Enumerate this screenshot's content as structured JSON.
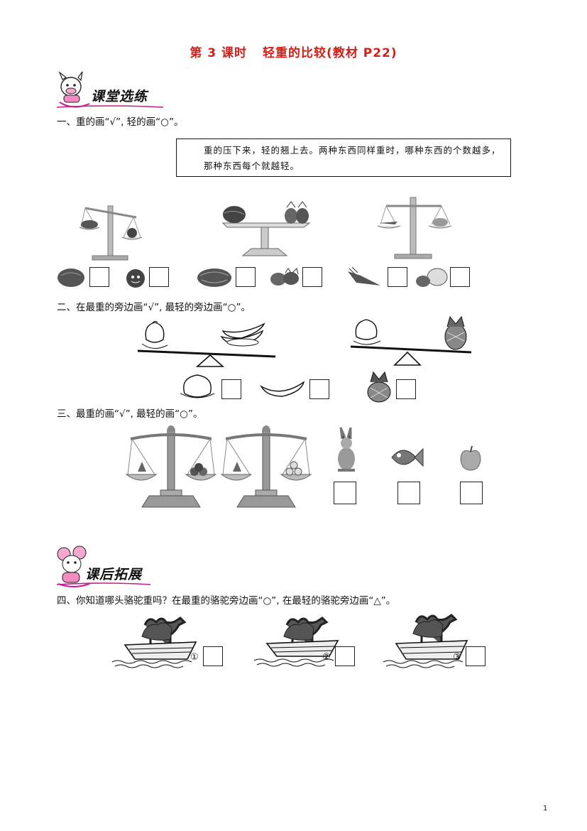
{
  "title": {
    "lesson": "第 3 课时",
    "topic": "轻重的比较(教材 P22)"
  },
  "section1": {
    "heading": "课堂选练"
  },
  "section2": {
    "heading": "课后拓展"
  },
  "q1": {
    "text": "一、重的画“√”, 轻的画“○”。",
    "tip": "重的压下来，轻的翘上去。两种东西同样重时，哪种东西的个数越多，那种东西每个就越轻。",
    "items": [
      "lettuce",
      "tomato",
      "watermelon",
      "pineapple",
      "carrot",
      "cabbage"
    ]
  },
  "q2": {
    "text": "二、在最重的旁边画“√”, 最轻的旁边画“○”。",
    "items": [
      "peach",
      "banana",
      "pineapple"
    ]
  },
  "q3": {
    "text": "三、最重的画“√”, 最轻的画“○”。",
    "items": [
      "rabbit",
      "fish",
      "apple"
    ]
  },
  "q4": {
    "text": "四、你知道哪头骆驼重吗？在最重的骆驼旁边画“○”, 在最轻的骆驼旁边画“△”。",
    "labels": [
      "①",
      "②",
      "③"
    ]
  },
  "page": {
    "number": "1"
  }
}
